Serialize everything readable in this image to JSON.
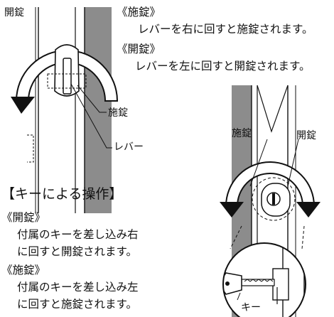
{
  "labels": {
    "unlock_top_left": "開錠",
    "lock_left_fig": "施錠",
    "lever_left_fig": "レバー",
    "lock_right_fig": "施錠",
    "unlock_right_fig": "開錠",
    "key": "キー"
  },
  "lever_instructions": {
    "lock_heading": "《施錠》",
    "lock_text": "レバーを右に回すと施錠されます。",
    "unlock_heading": "《開錠》",
    "unlock_text": "レバーを左に回すと開錠されます。"
  },
  "key_operation": {
    "title": "【キーによる操作】",
    "unlock_heading": "《開錠》",
    "unlock_line1": "付属のキーを差し込み右",
    "unlock_line2": "に回すと開錠されます。",
    "lock_heading": "《施錠》",
    "lock_line1": "付属のキーを差し込み左",
    "lock_line2": "に回すと施錠されます。"
  },
  "colors": {
    "ink": "#111111",
    "door_gray": "#8c8c8c",
    "paper": "#ffffff"
  }
}
